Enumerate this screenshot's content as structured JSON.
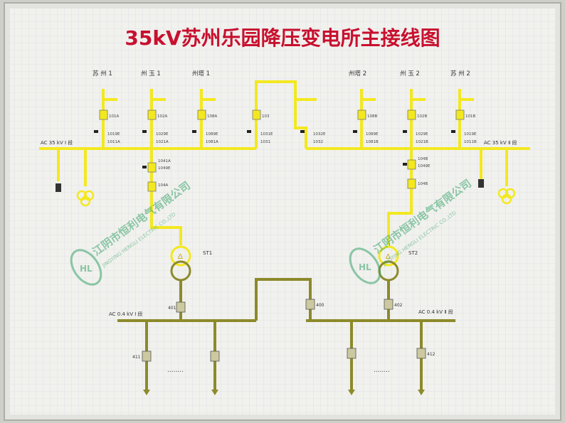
{
  "title": "35kV苏州乐园降压变电所主接线图",
  "feeders_left": [
    "苏 州 1",
    "州 玉 1",
    "州塔 1"
  ],
  "feeders_right": [
    "州塔 2",
    "州 玉 2",
    "苏 州 2"
  ],
  "bus35_left_label": "AC 35 kV Ⅰ 段",
  "bus35_right_label": "AC 35 kV Ⅱ 段",
  "bus04_left_label": "AC 0.4 kV Ⅰ 段",
  "bus04_right_label": "AC 0.4 kV Ⅱ 段",
  "transformer_left": "ST1",
  "transformer_right": "ST2",
  "breakers_top_left": [
    "101A",
    "102A",
    "108A",
    "103"
  ],
  "breakers_top_right": [
    "108B",
    "102B",
    "101B"
  ],
  "earth_left": [
    [
      "1019E",
      "1011A"
    ],
    [
      "1029E",
      "1021A"
    ],
    [
      "1089E",
      "1081A"
    ],
    [
      "1031E",
      "1031"
    ]
  ],
  "earth_right": [
    [
      "1032E",
      "1032"
    ],
    [
      "1089E",
      "1081B"
    ],
    [
      "1029E",
      "1021B"
    ],
    [
      "1019E",
      "1011B"
    ]
  ],
  "tx_left_codes": [
    "1041A",
    "1049E",
    "104A"
  ],
  "tx_right_codes": [
    "104B",
    "1049E",
    "104B"
  ],
  "lv_breakers": [
    "401",
    "400",
    "402",
    "411",
    "412"
  ],
  "ellipsis": "........",
  "watermark_cn": "江阴市恒利电气有限公司",
  "watermark_en": "JINGYING HENGLI ELECTRIC CO.,LTD",
  "watermark_logo": "HL",
  "colors": {
    "bus35": "#f3e81f",
    "bus04": "#8c8a2a",
    "title": "#c8102e",
    "grid": "#cfd3da",
    "frame": "#b8b7b2"
  }
}
